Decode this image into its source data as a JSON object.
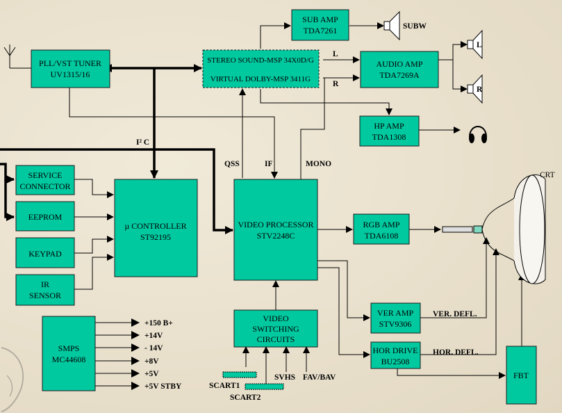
{
  "blocks": {
    "tuner": [
      "PLL/VST TUNER",
      "UV1315/16"
    ],
    "stereo": [
      "STEREO SOUND-MSP 34X0D/G",
      "VIRTUAL DOLBY-MSP 3411G"
    ],
    "sub_amp": [
      "SUB AMP",
      "TDA7261"
    ],
    "audio_amp": [
      "AUDIO AMP",
      "TDA7269A"
    ],
    "hp_amp": [
      "HP AMP",
      "TDA1308"
    ],
    "service": [
      "SERVICE",
      "CONNECTOR"
    ],
    "eeprom": [
      "EEPROM"
    ],
    "keypad": [
      "KEYPAD"
    ],
    "ir": [
      "IR",
      "SENSOR"
    ],
    "mcu": [
      "µ CONTROLLER",
      "ST92195"
    ],
    "video_proc": [
      "VIDEO PROCESSOR",
      "STV2248C"
    ],
    "rgb_amp": [
      "RGB AMP",
      "TDA6108"
    ],
    "ver_amp": [
      "VER AMP",
      "STV9306"
    ],
    "hor_drive": [
      "HOR DRIVE",
      "BU2508"
    ],
    "fbt": [
      "FBT"
    ],
    "video_sw": [
      "VIDEO",
      "SWITCHING",
      "CIRCUITS"
    ],
    "smps": [
      "SMPS",
      "MC44608"
    ]
  },
  "labels": {
    "subw": "SUBW",
    "spk_l": "L",
    "spk_r": "R",
    "line_l": "L",
    "line_r": "R",
    "i2c": "I² C",
    "qss": "QSS",
    "if": "IF",
    "mono": "MONO",
    "crt": "CRT",
    "ver_defl": "VER. DEFL.",
    "hor_defl": "HOR. DEFL.",
    "svhs": "SVHS",
    "fav_bav": "FAV/BAV",
    "scart1": "SCART1",
    "scart2": "SCART2"
  },
  "power_rails": [
    "+150 B+",
    "+14V",
    "- 14V",
    "+8V",
    "+5V",
    "+5V STBY"
  ]
}
